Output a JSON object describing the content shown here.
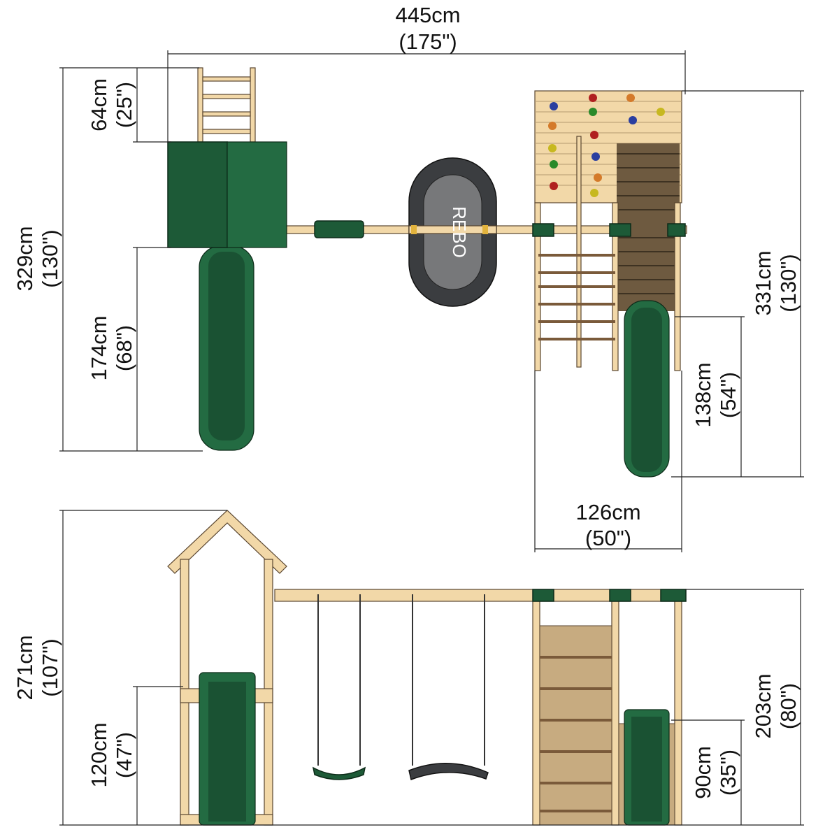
{
  "brand_logo": "REBO",
  "dimensions": {
    "total_width": {
      "cm": "445cm",
      "in": "(175\")"
    },
    "ladder_length": {
      "cm": "64cm",
      "in": "(25\")"
    },
    "left_depth": {
      "cm": "329cm",
      "in": "(130\")"
    },
    "tower_slide_length": {
      "cm": "174cm",
      "in": "(68\")"
    },
    "right_depth": {
      "cm": "331cm",
      "in": "(130\")"
    },
    "side_slide_length": {
      "cm": "138cm",
      "in": "(54\")"
    },
    "climbing_frame_width": {
      "cm": "126cm",
      "in": "(50\")"
    },
    "total_height": {
      "cm": "271cm",
      "in": "(107\")"
    },
    "platform_height": {
      "cm": "120cm",
      "in": "(47\")"
    },
    "beam_height": {
      "cm": "203cm",
      "in": "(80\")"
    },
    "side_platform_height": {
      "cm": "90cm",
      "in": "(35\")"
    }
  },
  "colors": {
    "wood": "#f2d8a8",
    "green": "#1d5a37",
    "trampoline": "#3b3d40"
  }
}
